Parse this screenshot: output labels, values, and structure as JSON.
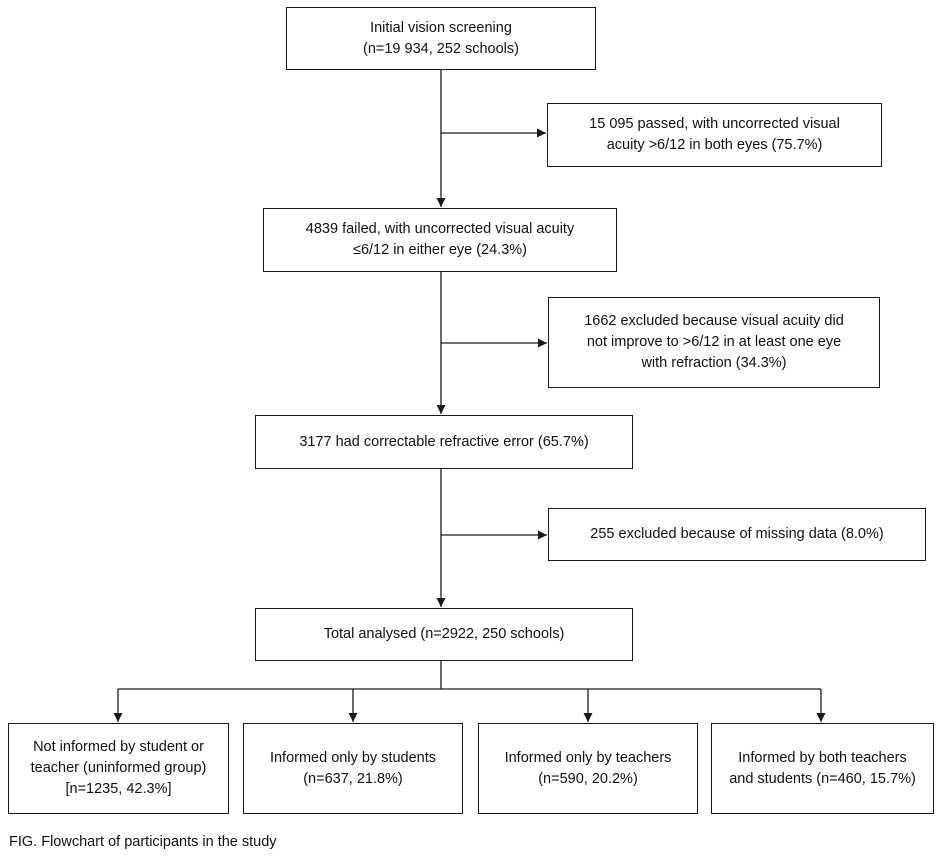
{
  "flowchart": {
    "initial_screening": {
      "line1": "Initial vision screening",
      "line2": "(n=19 934, 252 schools)"
    },
    "passed": {
      "line1": "15 095 passed, with uncorrected visual",
      "line2": "acuity >6/12 in both eyes (75.7%)"
    },
    "failed": {
      "line1": "4839 failed, with uncorrected visual acuity",
      "line2": "≤6/12 in either eye (24.3%)"
    },
    "excluded_no_improvement": {
      "line1": "1662 excluded because visual acuity did",
      "line2": "not improve to >6/12 in at least one eye",
      "line3": "with refraction (34.3%)"
    },
    "correctable": {
      "line1": "3177 had correctable refractive error (65.7%)"
    },
    "excluded_missing": {
      "line1": "255 excluded because of missing data (8.0%)"
    },
    "total_analysed": {
      "line1": "Total analysed (n=2922, 250 schools)"
    },
    "groups": [
      {
        "line1": "Not informed by student or",
        "line2": "teacher (uninformed group)",
        "line3": "[n=1235, 42.3%]"
      },
      {
        "line1": "Informed only by students",
        "line2": "(n=637, 21.8%)"
      },
      {
        "line1": "Informed only by teachers",
        "line2": "(n=590, 20.2%)"
      },
      {
        "line1": "Informed by both teachers",
        "line2": "and students (n=460, 15.7%)"
      }
    ]
  },
  "caption": "FIG.  Flowchart of participants in the study"
}
